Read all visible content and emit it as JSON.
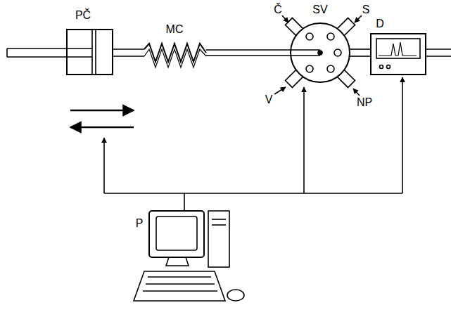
{
  "diagram": {
    "labels": [
      "PČ",
      "MC",
      "Č",
      "SV",
      "S",
      "V",
      "NP",
      "D",
      "P"
    ]
  }
}
